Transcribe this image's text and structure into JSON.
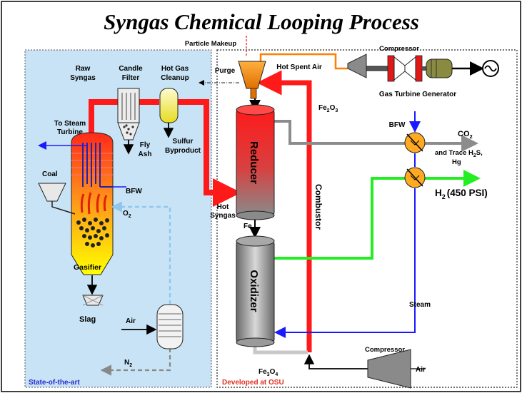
{
  "title": "Syngas Chemical Looping Process",
  "regions": {
    "left": "State-of-the-art",
    "right": "Developed at OSU"
  },
  "labels": {
    "particle_makeup": "Particle Makeup",
    "compressor_top": "Compressor",
    "raw_syngas_1": "Raw",
    "raw_syngas_2": "Syngas",
    "candle_filter_1": "Candle",
    "candle_filter_2": "Filter",
    "hot_gas_cleanup_1": "Hot Gas",
    "hot_gas_cleanup_2": "Cleanup",
    "purge": "Purge",
    "hot_spent_air": "Hot Spent Air",
    "gas_turbine_generator": "Gas Turbine Generator",
    "fe2o3": "Fe",
    "fe2o3_sub1": "2",
    "fe2o3_mid": "O",
    "fe2o3_sub2": "3",
    "to_steam_1": "To Steam",
    "to_steam_2": "Turbine",
    "fly_ash_1": "Fly",
    "fly_ash_2": "Ash",
    "sulfur_1": "Sulfur",
    "sulfur_2": "Byproduct",
    "bfw_right": "BFW",
    "co2": "CO",
    "co2_sub": "2",
    "trace_1": "and Trace H",
    "trace_sub": "2",
    "trace_2": "S,",
    "trace_3": "Hg",
    "coal": "Coal",
    "bfw_left": "BFW",
    "reducer": "Reducer",
    "combustor": "Combustor",
    "h2": "H",
    "h2_sub": "2",
    "h2_psi": "(450 PSI)",
    "o2": "O",
    "o2_sub": "2",
    "hot_syngas_1": "Hot",
    "hot_syngas_2": "Syngas",
    "fe": "Fe",
    "gasifier": "Gasifier",
    "oxidizer": "Oxidizer",
    "steam": "Steam",
    "slag": "Slag",
    "air_left": "Air",
    "compressor_bottom": "Compressor",
    "air_right": "Air",
    "n2": "N",
    "n2_sub": "2",
    "fe3o4": "Fe",
    "fe3o4_sub1": "3",
    "fe3o4_mid": "O",
    "fe3o4_sub2": "4"
  },
  "colors": {
    "hot_flow": "#ff1a1a",
    "orange_flow": "#ff7f00",
    "steam_blue": "#1a1aff",
    "oxygen_dash": "#8ec6ee",
    "hydrogen_green": "#22ee22",
    "co2_gray": "#8c8c8c",
    "left_panel_bg": "#c8e3f5",
    "left_label": "#2b2bd0",
    "right_label": "#e03020"
  }
}
